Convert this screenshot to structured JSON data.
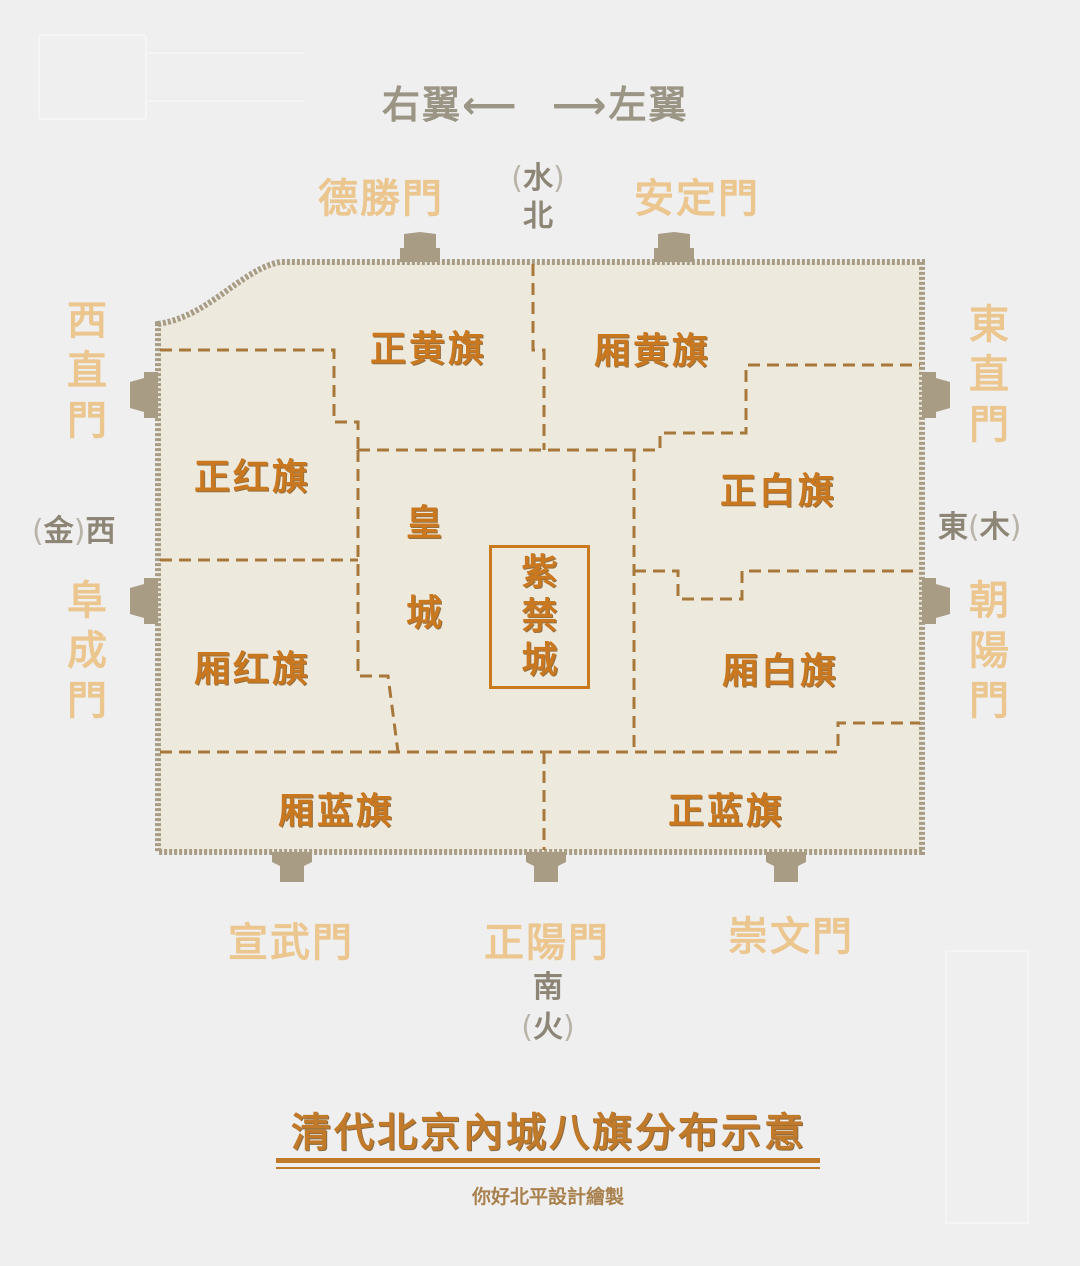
{
  "map": {
    "title": "清代北京內城八旗分布示意",
    "credit": "你好北平設計繪製",
    "wings": {
      "right": "右翼",
      "left": "左翼",
      "arrow_left": "⟵",
      "arrow_right": "⟶"
    },
    "directions": {
      "north": {
        "label": "北",
        "element": "水"
      },
      "south": {
        "label": "南",
        "element": "火"
      },
      "west": {
        "label": "西",
        "element": "金"
      },
      "east": {
        "label": "東",
        "element": "木"
      }
    },
    "gates": {
      "deshengmen": "德勝門",
      "andingmen": "安定門",
      "xizhimen": "西直門",
      "fuchengmen": "阜成門",
      "dongzhimen": "東直門",
      "chaoyangmen": "朝陽門",
      "xuanwumen": "宣武門",
      "zhengyangmen": "正陽門",
      "chongwenmen": "崇文門"
    },
    "districts": {
      "plain_yellow": "正黄旗",
      "bordered_yellow": "厢黄旗",
      "plain_red": "正红旗",
      "bordered_red": "厢红旗",
      "plain_white": "正白旗",
      "bordered_white": "厢白旗",
      "bordered_blue": "厢蓝旗",
      "plain_blue": "正蓝旗"
    },
    "imperial_city": {
      "char1": "皇",
      "char2": "城"
    },
    "forbidden_city": {
      "char1": "紫",
      "char2": "禁",
      "char3": "城"
    },
    "colors": {
      "background": "#efefef",
      "city_fill": "#eee9dd",
      "wall": "#a89c84",
      "boundary": "#a8773a",
      "label_orange": "#c9781f",
      "gate_label": "#ecc68f",
      "direction_gray": "#8d8677"
    }
  }
}
